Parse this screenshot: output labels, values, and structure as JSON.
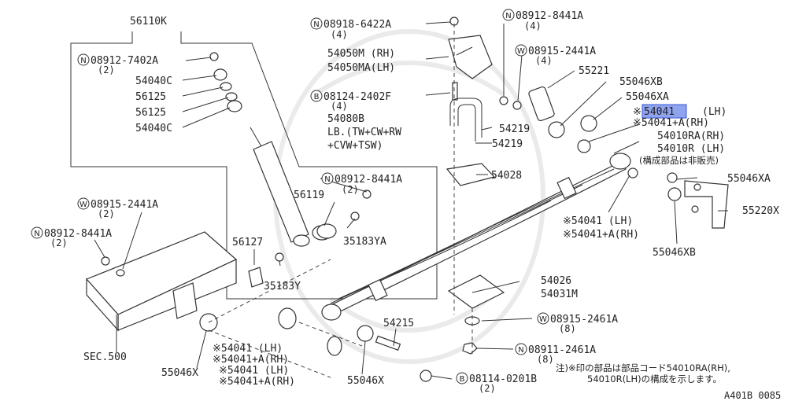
{
  "diagram": {
    "id_code": "A401B 0085",
    "labels": {
      "p56110K": "56110K",
      "n08912_7402A": "08912-7402A",
      "n08912_7402A_qty": "(2)",
      "p54040C_a": "54040C",
      "p56125_a": "56125",
      "p56125_b": "56125",
      "p54040C_b": "54040C",
      "n08918_6422A": "08918-6422A",
      "n08918_6422A_qty": "(4)",
      "p54050M": "54050M (RH)",
      "p54050MA": "54050MA(LH)",
      "b08124_2402F": "08124-2402F",
      "b08124_2402F_qty": "(4)",
      "p54080B": "54080B",
      "p54080B_note1": "LB.(TW+CW+RW",
      "p54080B_note2": "+CVW+TSW)",
      "n08912_8441A_top": "08912-8441A",
      "n08912_8441A_top_qty": "(4)",
      "w08915_2441A_top": "08915-2441A",
      "w08915_2441A_top_qty": "(4)",
      "p55221": "55221",
      "p55046XB_top": "55046XB",
      "p55046XA_top": "55046XA",
      "p54041_hl": "54041",
      "p54041_hl_side": "(LH)",
      "p54041A_top": "※54041+A(RH)",
      "p54219_a": "54219",
      "p54219_b": "54219",
      "p54010RA": "54010RA(RH)",
      "p54010R": "54010R  (LH)",
      "p54010_note": "(構成部品は非販売)",
      "p54028": "54028",
      "n08912_8441A_mid": "08912-8441A",
      "n08912_8441A_mid_qty": "(2)",
      "p56119": "56119",
      "p35183YA": "35183YA",
      "p56127": "56127",
      "p35183Y": "35183Y",
      "w08915_2441A_left": "08915-2441A",
      "w08915_2441A_left_qty": "(2)",
      "n08912_8441A_left": "08912-8441A",
      "n08912_8441A_left_qty": "(2)",
      "sec500": "SEC.500",
      "p55046XA_right": "55046XA",
      "p55220X": "55220X",
      "p55046XB_right": "55046XB",
      "p54041_right": "※54041   (LH)",
      "p54041A_right": "※54041+A(RH)",
      "p54026": "54026",
      "p54031M": "54031M",
      "w08915_2461A": "08915-2461A",
      "w08915_2461A_qty": "(8)",
      "n08911_2461A": "08911-2461A",
      "n08911_2461A_qty": "(8)",
      "p54215": "54215",
      "b08114_0201B": "08114-0201B",
      "b08114_0201B_qty": "(2)",
      "p54041_bl1": "※54041   (LH)",
      "p54041A_bl1": "※54041+A(RH)",
      "p54041_bl2": "※54041   (LH)",
      "p54041A_bl2": "※54041+A(RH)",
      "p55046X_left": "55046X",
      "p55046X_mid": "55046X",
      "footnote1": "注)※印の部品は部品コード54010RA(RH),",
      "footnote2": "54010R(LH)の構成を示します。"
    },
    "prefix_symbols": {
      "nut": "N",
      "washer": "W",
      "bolt": "B"
    }
  }
}
